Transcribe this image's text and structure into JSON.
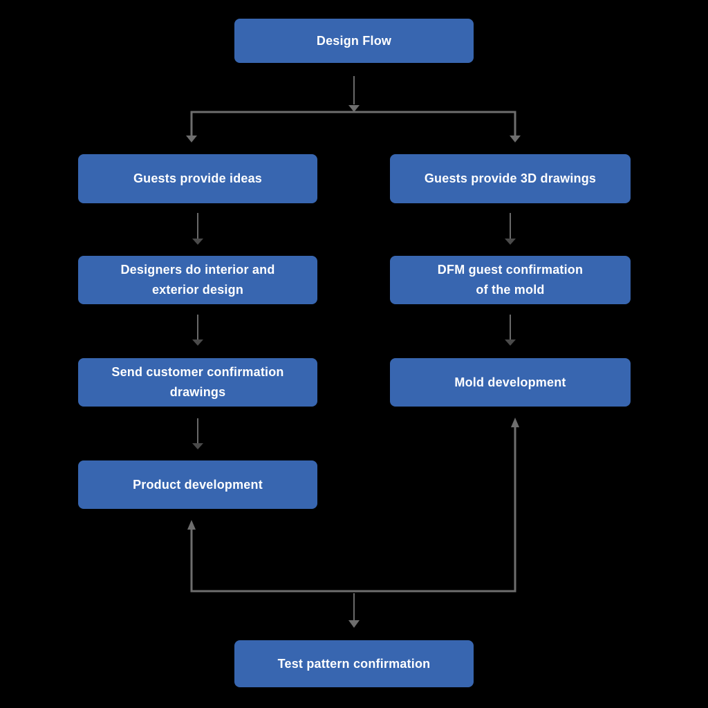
{
  "diagram": {
    "title": "Design Flow",
    "colors": {
      "background": "#000000",
      "node_fill": "#3866b0",
      "node_text": "#ffffff",
      "connector_line": "#6e6e6e",
      "arrowhead_dark": "#4a4a4a"
    },
    "nodes": [
      {
        "id": "design-flow",
        "label": "Design Flow"
      },
      {
        "id": "guests-provide-ideas",
        "label": "Guests provide ideas"
      },
      {
        "id": "guests-provide-3d-drawings",
        "label": "Guests provide 3D drawings"
      },
      {
        "id": "designers-do-interior-and-exterior-design",
        "label": "Designers do interior and\nexterior design"
      },
      {
        "id": "dfm-guest-confirmation-of-the-mold",
        "label": "DFM guest confirmation\nof the mold"
      },
      {
        "id": "send-customer-confirmation-drawings",
        "label": "Send customer confirmation\ndrawings"
      },
      {
        "id": "mold-development",
        "label": "Mold development"
      },
      {
        "id": "product-development",
        "label": "Product development"
      },
      {
        "id": "test-pattern-confirmation",
        "label": "Test pattern confirmation"
      }
    ],
    "edges": [
      {
        "from": "design-flow",
        "to": "guests-provide-ideas"
      },
      {
        "from": "design-flow",
        "to": "guests-provide-3d-drawings"
      },
      {
        "from": "guests-provide-ideas",
        "to": "designers-do-interior-and-exterior-design"
      },
      {
        "from": "guests-provide-3d-drawings",
        "to": "dfm-guest-confirmation-of-the-mold"
      },
      {
        "from": "designers-do-interior-and-exterior-design",
        "to": "send-customer-confirmation-drawings"
      },
      {
        "from": "dfm-guest-confirmation-of-the-mold",
        "to": "mold-development"
      },
      {
        "from": "send-customer-confirmation-drawings",
        "to": "product-development"
      },
      {
        "from": "test-pattern-junction",
        "to": "product-development"
      },
      {
        "from": "test-pattern-junction",
        "to": "mold-development"
      },
      {
        "from": "test-pattern-junction",
        "to": "test-pattern-confirmation"
      }
    ]
  }
}
